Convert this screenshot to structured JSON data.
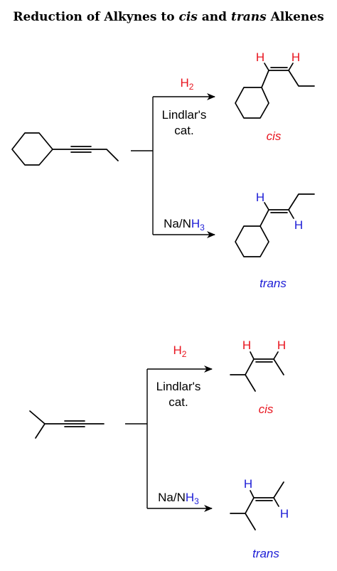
{
  "title": {
    "prefix": "Reduction of Alkynes to ",
    "cis": "cis",
    "middle": " and ",
    "trans": "trans",
    "suffix": " Alkenes"
  },
  "atoms": {
    "hydrogen": "H"
  },
  "reaction1": {
    "cis_reagent": {
      "main": "H",
      "sub": "2",
      "catalyst_line1": "Lindlar's",
      "catalyst_line2": "cat."
    },
    "trans_reagent": {
      "na": "Na/N",
      "h": "H",
      "sub": "3"
    },
    "cis_label": "cis",
    "trans_label": "trans"
  },
  "reaction2": {
    "cis_reagent": {
      "main": "H",
      "sub": "2",
      "catalyst_line1": "Lindlar's",
      "catalyst_line2": "cat."
    },
    "trans_reagent": {
      "na": "Na/N",
      "h": "H",
      "sub": "3"
    },
    "cis_label": "cis",
    "trans_label": "trans"
  },
  "colors": {
    "cis": "#e8141e",
    "trans": "#1d1dd6",
    "text": "#000000"
  }
}
